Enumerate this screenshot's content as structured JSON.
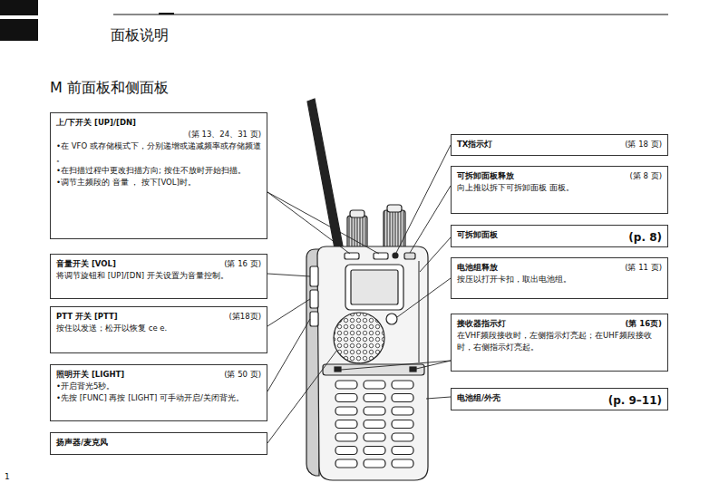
{
  "diagram": {
    "title": "面板说明",
    "nodes": [
      {
        "text": [
          "上/下开关 [UP]/[DN]",
          "(第 13、24、31 页)",
          "•在 VFO 或存储模式下，分别递增或递减频率或存储频道 。",
          "•在扫描过程中更改扫描方向; 按住不放时开始扫描。",
          "•调节主频段的 音量 ， 按下[VOL]时。"
        ]
      },
      {
        "text": [
          "音量开关 [VOL]",
          "(第 16 页)",
          "将调节旋钮和 [UP]/[DN] 开关设置为音量控制。"
        ]
      },
      {
        "text": [
          "PTT 开关 [PTT]",
          "(第18页)",
          "按住以发送；松开以恢复 ce e."
        ]
      },
      {
        "text": [
          "照明开关 [LIGHT]",
          "(第 50 页)",
          "•开启背光5秒。",
          "•先按 [FUNC] 再按 [LIGHT] 可手动开启/关闭背光。"
        ]
      },
      {
        "text": [
          "扬声器/麦克风"
        ]
      },
      {
        "text": [
          "TX指示灯",
          "(第 18 页)"
        ]
      },
      {
        "text": [
          "可拆卸面板释放",
          "(第 8 页)",
          "向上推以拆下可拆卸面板 面板。"
        ]
      },
      {
        "text": [
          "可拆卸面板",
          "(p. 8)"
        ]
      },
      {
        "text": [
          "电池组释放",
          "(第 11 页)",
          "按压以打开卡扣，取出电池组。"
        ]
      },
      {
        "text": [
          "接收器指示灯",
          "(第 16页)",
          "在VHF频段接收时，左侧指示灯亮起；在UHF频段接收时，右侧指示灯亮起。"
        ]
      },
      {
        "text": [
          "电池组/外壳",
          "(p. 9–11)"
        ]
      }
    ],
    "edges": [],
    "labels": [
      "M 前面板和侧面板",
      "1"
    ]
  }
}
